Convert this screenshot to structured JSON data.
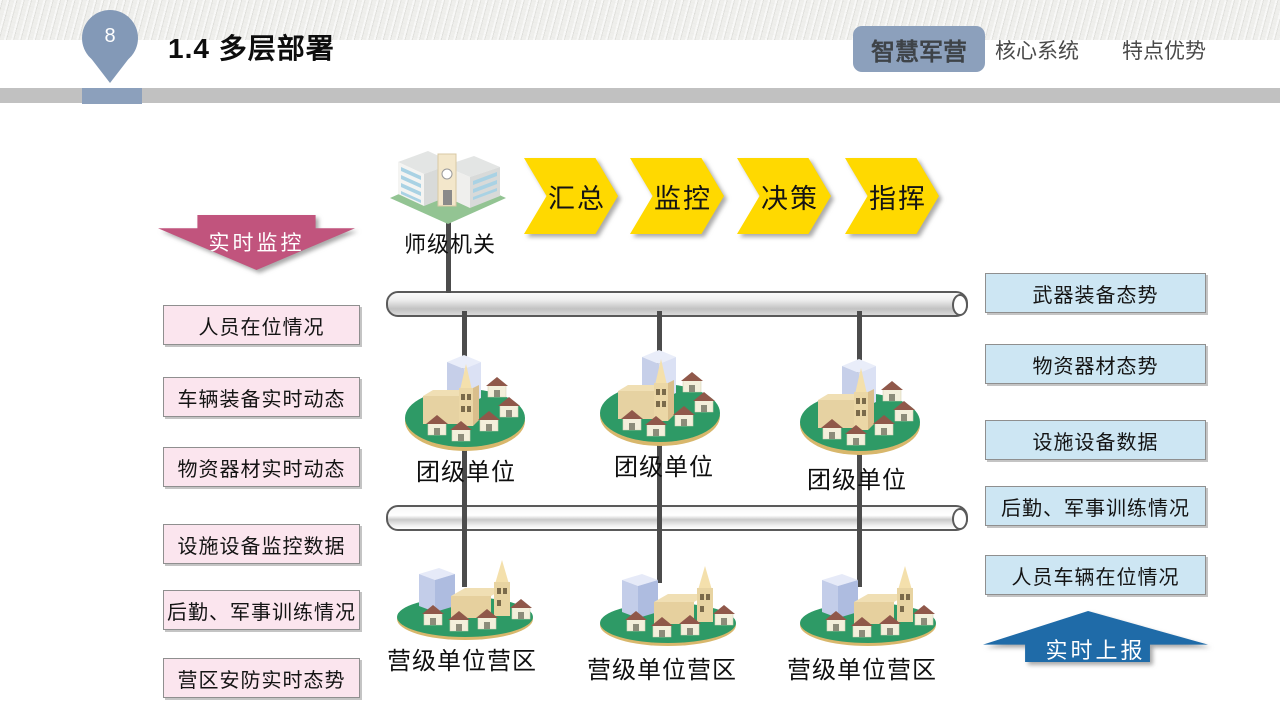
{
  "header": {
    "page_number": "8",
    "title": "1.4 多层部署",
    "tabs": [
      {
        "label": "智慧军营",
        "active": true
      },
      {
        "label": "核心系统",
        "active": false
      },
      {
        "label": "特点优势",
        "active": false
      }
    ]
  },
  "diagram": {
    "hq_label": "师级机关",
    "process_steps": [
      "汇总",
      "监控",
      "决策",
      "指挥"
    ],
    "monitor_arrow_label": "实时监控",
    "report_arrow_label": "实时上报",
    "monitor_items": [
      "人员在位情况",
      "车辆装备实时动态",
      "物资器材实时动态",
      "设施设备监控数据",
      "后勤、军事训练情况",
      "营区安防实时态势"
    ],
    "report_items": [
      "武器装备态势",
      "物资器材态势",
      "设施设备数据",
      "后勤、军事训练情况",
      "人员车辆在位情况"
    ],
    "regiment_labels": [
      "团级单位",
      "团级单位",
      "团级单位"
    ],
    "battalion_labels": [
      "营级单位营区",
      "营级单位营区",
      "营级单位营区"
    ]
  },
  "colors": {
    "accent_blue_gray": "#8CA0BC",
    "chevron_yellow": "#FFD900",
    "monitor_arrow_pink": "#C1547D",
    "monitor_box_fill": "#FBE5EE",
    "report_arrow_blue": "#1F6BA8",
    "report_box_fill": "#CDE6F3",
    "header_bar_gray": "#C1C1C1",
    "connector_gray": "#4C4C4C"
  }
}
